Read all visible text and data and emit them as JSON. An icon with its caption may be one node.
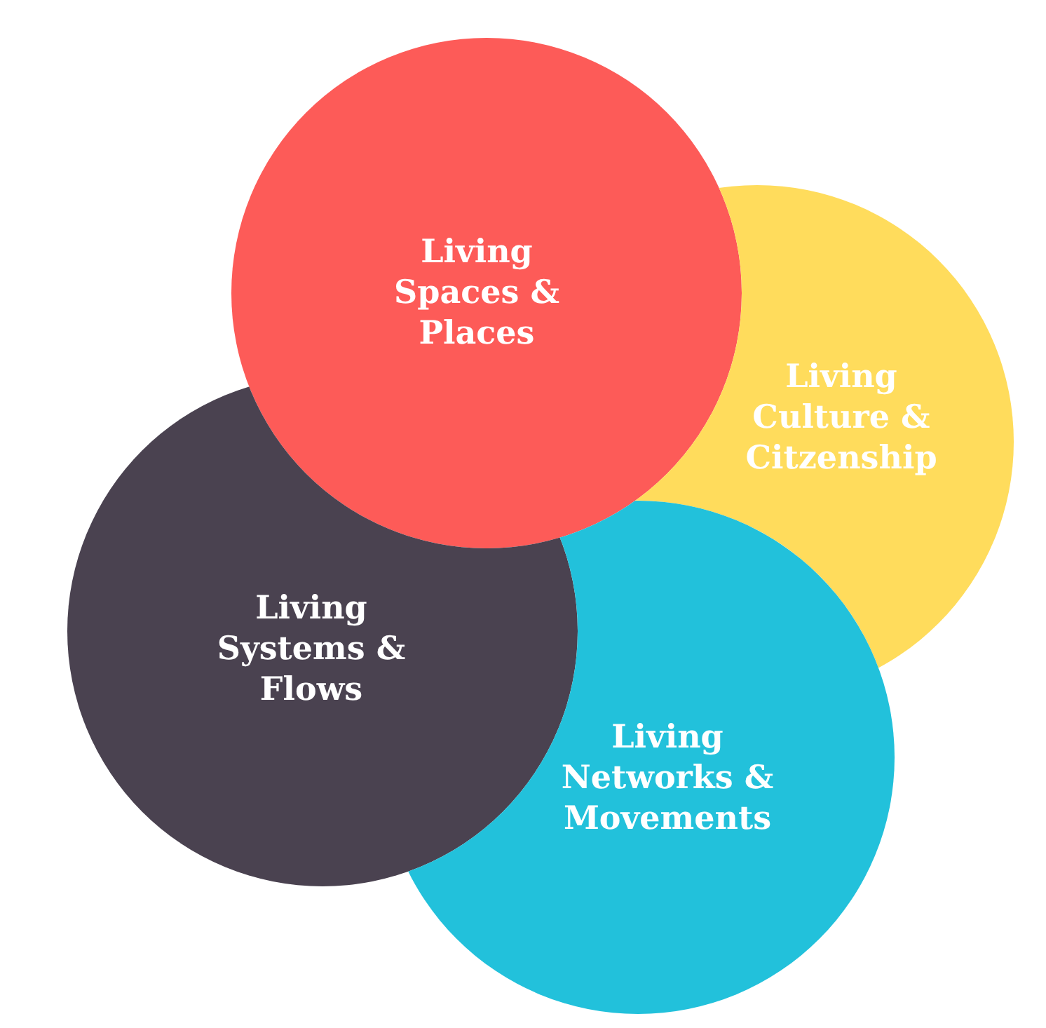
{
  "diagram": {
    "nodes": [
      {
        "text": [
          "Living Spaces & Places"
        ]
      },
      {
        "text": [
          "Living Culture & Citzenship"
        ]
      },
      {
        "text": [
          "Living Systems & Flows"
        ]
      },
      {
        "text": [
          "Living Networks & Movements"
        ]
      }
    ]
  }
}
